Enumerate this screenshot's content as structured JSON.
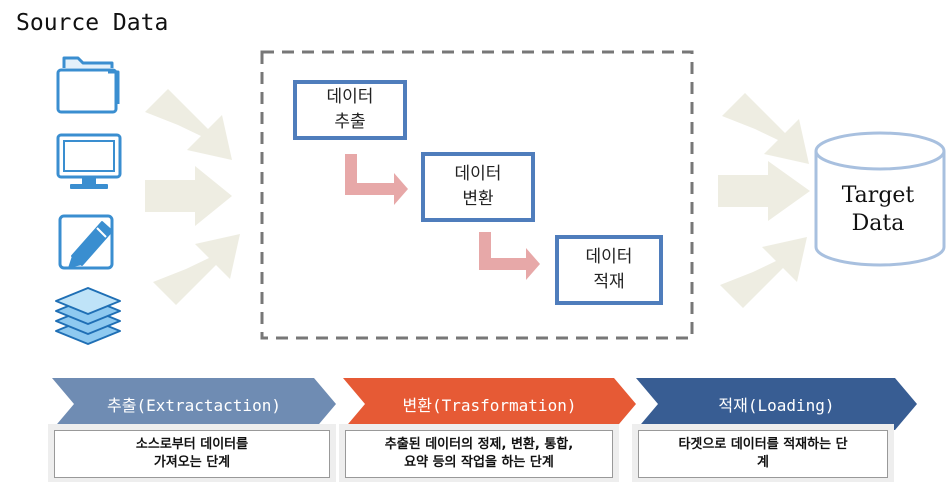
{
  "title": "Source Data",
  "source_icons": [
    "folder-icon",
    "monitor-icon",
    "edit-icon",
    "layers-icon"
  ],
  "steps": [
    {
      "line1": "데이터",
      "line2": "추출"
    },
    {
      "line1": "데이터",
      "line2": "변환"
    },
    {
      "line1": "데이터",
      "line2": "적재"
    }
  ],
  "target": {
    "line1": "Target",
    "line2": "Data"
  },
  "phases": [
    {
      "label": "추출(Extractaction)",
      "color": "#6f8cb3",
      "desc_line1": "소스로부터 데이터를",
      "desc_line2": "가져오는 단계"
    },
    {
      "label": "변환(Trasformation)",
      "color": "#e65a35",
      "desc_line1": "추출된 데이터의 정제, 변환, 통합,",
      "desc_line2": "요약 등의 작업을 하는 단계"
    },
    {
      "label": "적재(Loading)",
      "color": "#385d93",
      "desc_line1": "타겟으로 데이터를 적재하는 단",
      "desc_line2": "계"
    }
  ],
  "colors": {
    "step_border": "#4f7dbc",
    "icon_blue": "#3a8ed0",
    "big_arrow": "#eeede2",
    "step_arrow": "#e7a8a8",
    "cylinder": "#a8c0df",
    "dashed_border": "#777777"
  }
}
